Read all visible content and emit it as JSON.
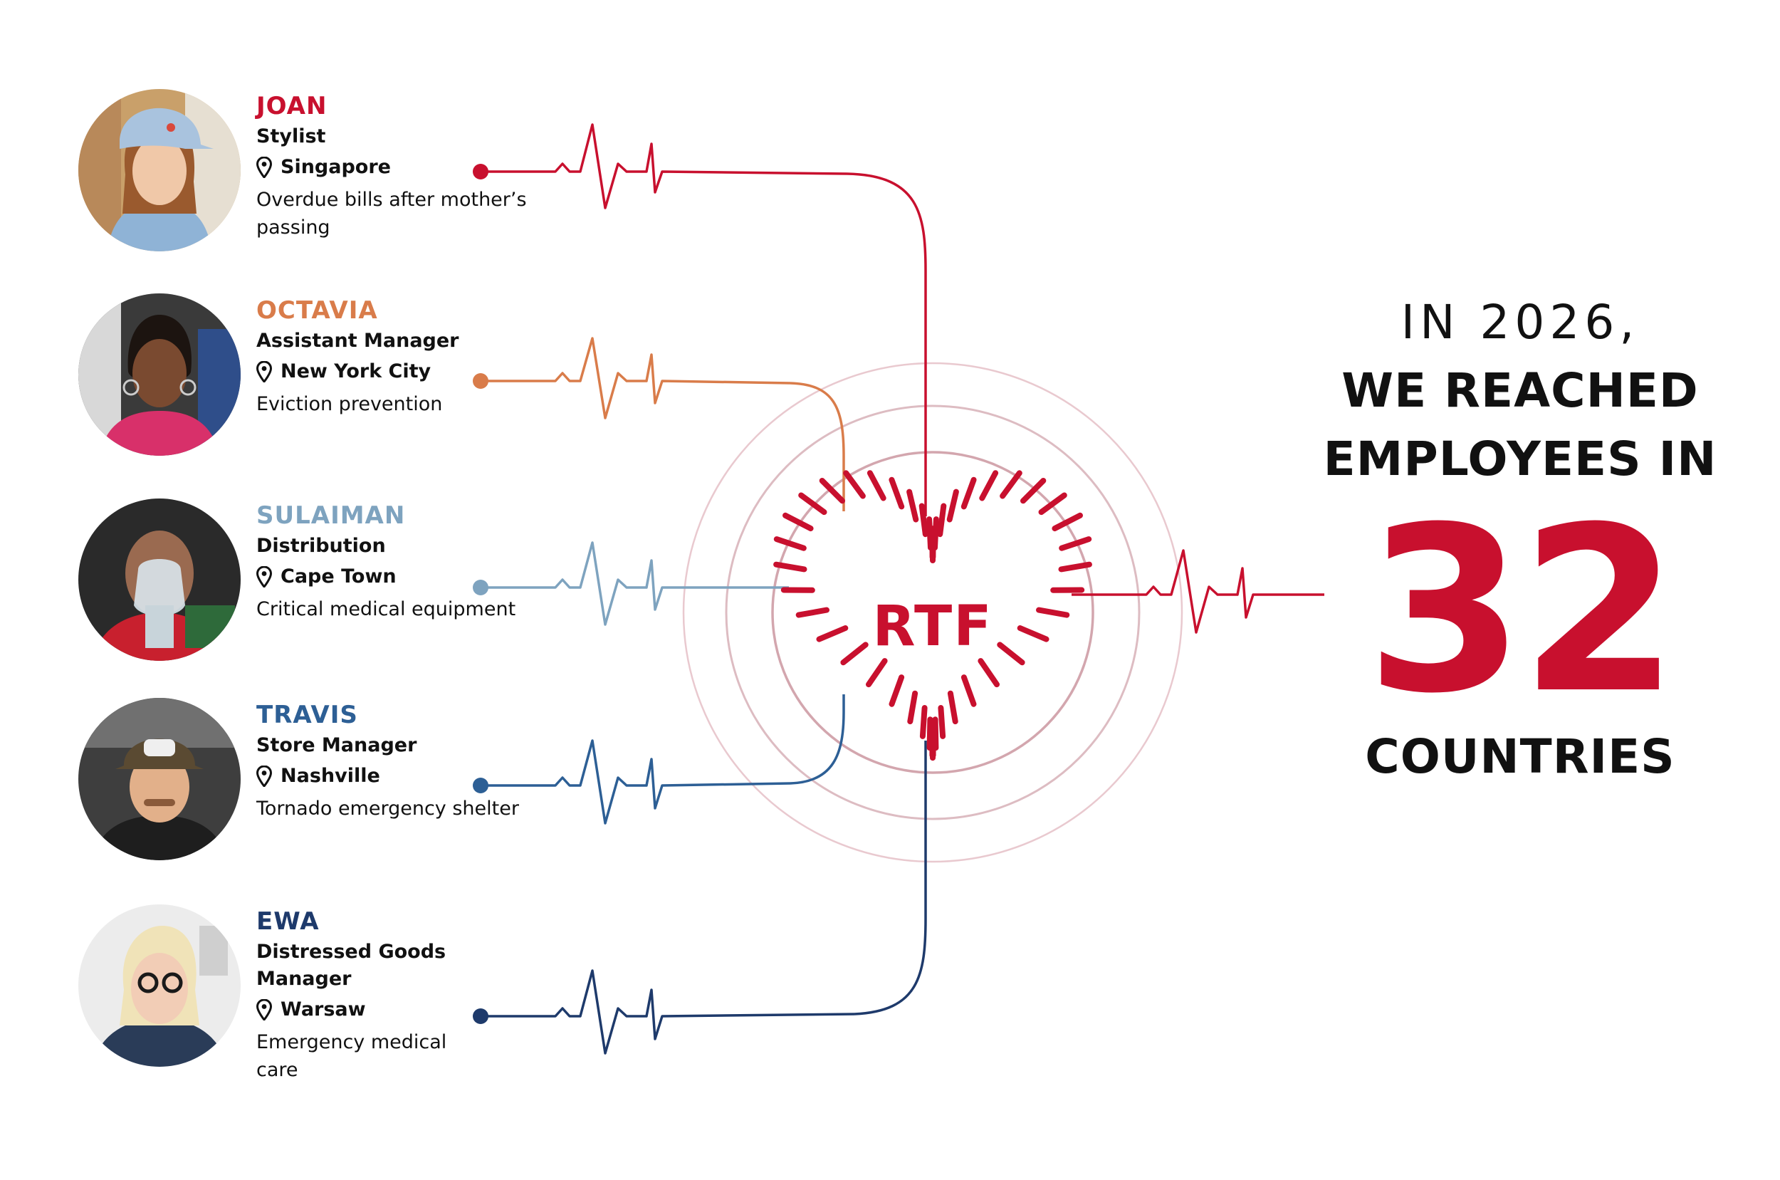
{
  "colors": {
    "joan": "#c8102e",
    "octavia": "#d97c4a",
    "sulaiman": "#7ea3bf",
    "travis": "#2d5f95",
    "ewa": "#1e3a6b",
    "brand_red": "#c8102e",
    "text": "#111111"
  },
  "people": [
    {
      "key": "joan",
      "name": "JOAN",
      "role": "Stylist",
      "location": "Singapore",
      "description": "Overdue bills after mother’s passing",
      "pin_icon": "location-pin-icon"
    },
    {
      "key": "octavia",
      "name": "OCTAVIA",
      "role": "Assistant Manager",
      "location": "New York City",
      "description": "Eviction prevention",
      "pin_icon": "location-pin-icon"
    },
    {
      "key": "sulaiman",
      "name": "SULAIMAN",
      "role": "Distribution",
      "location": "Cape Town",
      "description": "Critical medical equipment",
      "pin_icon": "location-pin-icon"
    },
    {
      "key": "travis",
      "name": "TRAVIS",
      "role": "Store Manager",
      "location": "Nashville",
      "description": "Tornado emergency shelter",
      "pin_icon": "location-pin-icon"
    },
    {
      "key": "ewa",
      "name": "EWA",
      "role": "Distressed Goods Manager",
      "location": "Warsaw",
      "description": "Emergency medical care",
      "pin_icon": "location-pin-icon"
    }
  ],
  "center": {
    "label": "RTF",
    "icon": "heart-icon"
  },
  "headline": {
    "intro": "IN 2026,",
    "line1": "WE REACHED",
    "line2": "EMPLOYEES IN",
    "number": "32",
    "line3": "COUNTRIES"
  }
}
